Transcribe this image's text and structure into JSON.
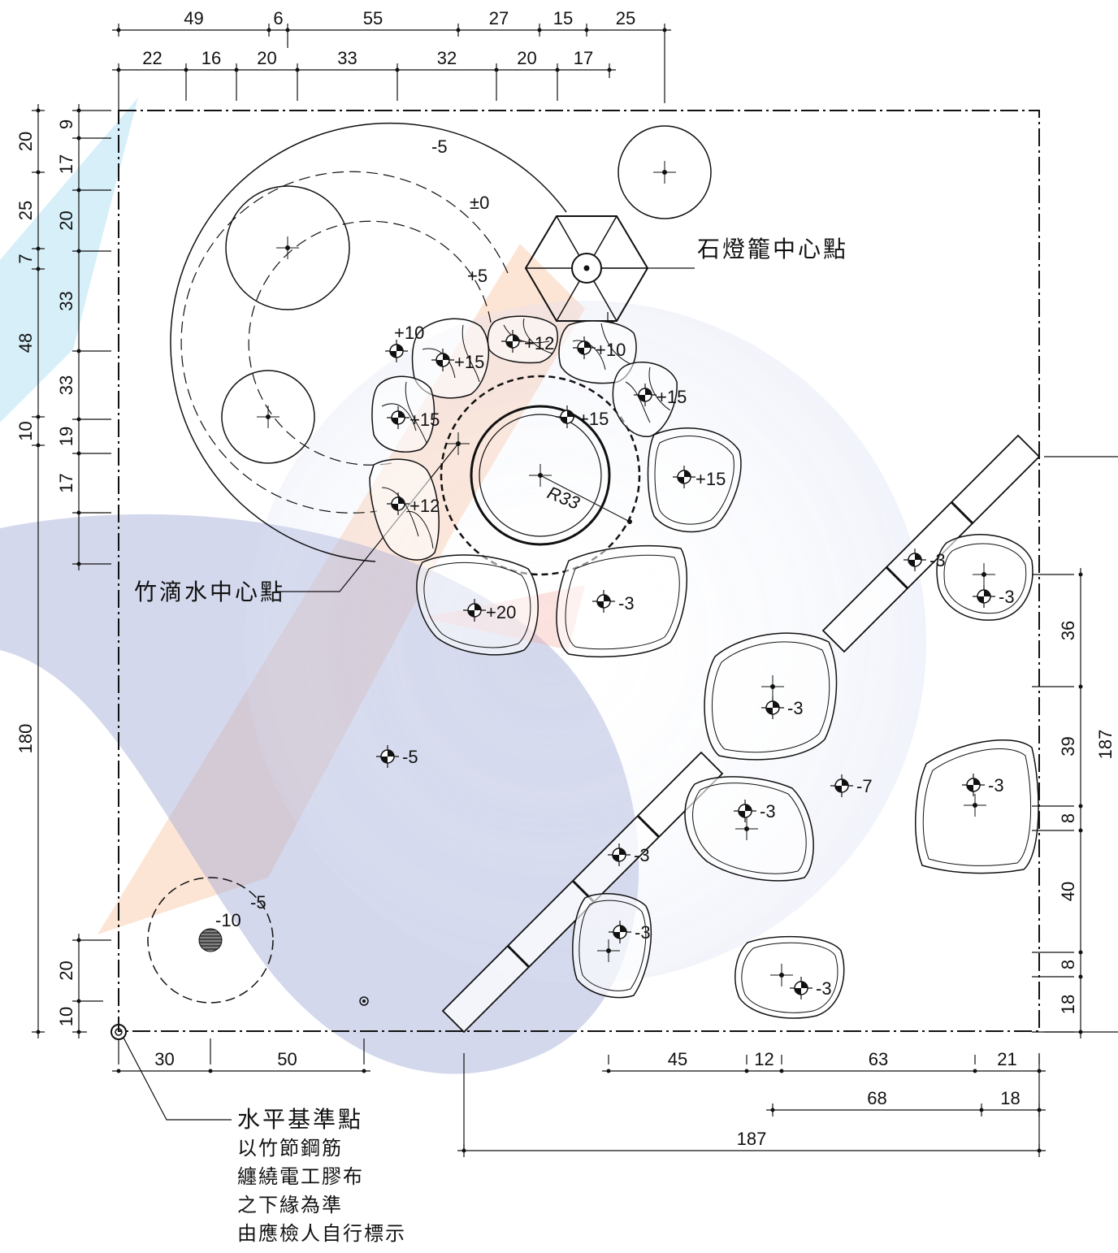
{
  "labels": {
    "lantern_center": "石燈籠中心點",
    "bamboo_center": "竹滴水中心點",
    "radius": "R33",
    "datum": [
      "水平基準點",
      "以竹節鋼筋",
      "纏繞電工膠布",
      "之下緣為準",
      "由應檢人自行標示"
    ]
  },
  "contours": {
    "outer": "-5",
    "middle": "±0",
    "inner": "+5"
  },
  "levels": {
    "pond_rim": "+15",
    "stone_a": "+10",
    "stone_b": "+15",
    "stone_c": "+12",
    "stone_d": "+10",
    "stone_e": "+15",
    "stone_f": "+15",
    "stone_g": "+15",
    "stone_h": "+12",
    "stone_i": "+20",
    "stone_j": "-3",
    "ground_left": "-5",
    "drain_outer": "-5",
    "drain_inner": "-10",
    "path_1": "-3",
    "path_2": "-3",
    "path_3": "-3",
    "stone_k": "-3",
    "stone_l": "-3",
    "stone_m": "-3",
    "stone_n": "-3",
    "stone_o": "-3",
    "stone_p": "-3",
    "ground_right": "-7"
  },
  "dims": {
    "top1": [
      "49",
      "6",
      "55",
      "27",
      "15",
      "25"
    ],
    "top2": [
      "22",
      "16",
      "20",
      "33",
      "32",
      "20",
      "17"
    ],
    "left_outer": [
      "20",
      "25",
      "7",
      "48",
      "10",
      "180"
    ],
    "left_inner": [
      "9",
      "17",
      "20",
      "33",
      "33",
      "19",
      "17"
    ],
    "left_bottom": [
      "20",
      "10"
    ],
    "right": [
      "36",
      "39",
      "8",
      "40",
      "8",
      "18"
    ],
    "right_total": "187",
    "bottom_left": [
      "30",
      "50"
    ],
    "bottom_right": [
      "45",
      "12",
      "63",
      "21"
    ],
    "bottom_mid": [
      "68",
      "18"
    ],
    "bottom_total": "187"
  },
  "colors": {
    "line": "#111111",
    "wm_orange": "#f8b896",
    "wm_blue": "#9aa4d4",
    "wm_lightblue": "#b4d9f2"
  }
}
